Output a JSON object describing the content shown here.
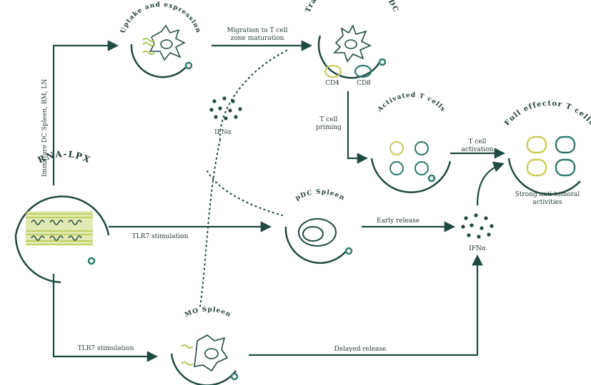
{
  "nodes": {
    "rna_lpx": {
      "title": "RNA-LPX"
    },
    "uptake": {
      "title": "Uptake and expression"
    },
    "transfected_dc": {
      "title": "Transfected, mature DC",
      "cd4_label": "CD4",
      "cd8_label": "CD8"
    },
    "activated_tcells": {
      "title": "Activated T cells"
    },
    "full_effector": {
      "title": "Full effector T cells",
      "note_line1": "Strong anti-tumoral",
      "note_line2": "activities"
    },
    "pdc_spleen": {
      "title": "pDC Spleen"
    },
    "mo_spleen": {
      "title": "MO Spleen"
    },
    "ifn_top": {
      "label": "IFNα"
    },
    "ifn_right": {
      "label": "IFNα"
    }
  },
  "edges": {
    "immature_dc": "Immature DC Spleen, BM, LN",
    "migration_line1": "Migration to T cell",
    "migration_line2": "zone maturation",
    "tcell_priming_line1": "T cell",
    "tcell_priming_line2": "priming",
    "tcell_activation_line1": "T cell",
    "tcell_activation_line2": "activation",
    "tlr7_mid": "TLR7 stimulation",
    "tlr7_bottom": "TLR7 stimulation",
    "early_release": "Early release",
    "delayed_release": "Delayed release"
  },
  "colors": {
    "dark": "#1e4a42",
    "green": "#3b6e53",
    "light_green": "#a9c64f",
    "teal": "#2f7a6d",
    "yellow": "#c9cc58",
    "dot": "#1e4a42"
  }
}
